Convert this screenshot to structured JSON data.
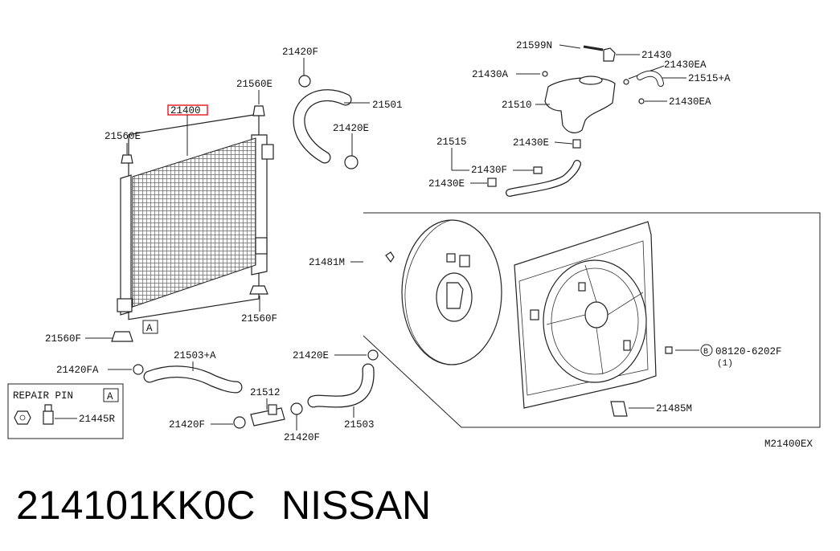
{
  "labels": {
    "p21400": "21400",
    "p21560E_a": "21560E",
    "p21560E_b": "21560E",
    "p21420F_top": "21420F",
    "p21501": "21501",
    "p21420E_top": "21420E",
    "p21560F_a": "21560F",
    "p21560F_b": "21560F",
    "p21503A": "21503+A",
    "p21420FA": "21420FA",
    "p21512": "21512",
    "p21420E_mid": "21420E",
    "p21503": "21503",
    "p21420F_low": "21420F",
    "p21420F_low2": "21420F",
    "p21445R": "21445R",
    "p21599N": "21599N",
    "p21430": "21430",
    "p21430A": "21430A",
    "p21430EA_a": "21430EA",
    "p21515A": "21515+A",
    "p21510": "21510",
    "p21430EA_b": "21430EA",
    "p21515": "21515",
    "p21430E_a": "21430E",
    "p21430F": "21430F",
    "p21430E_b": "21430E",
    "p21481M": "21481M",
    "p08120": "08120-6202F",
    "p08120_qty": "(1)",
    "p21485M": "21485M",
    "code": "M21400EX"
  },
  "repair_pin": {
    "title": "REPAIR PIN",
    "marker": "A"
  },
  "radiator_marker": "A",
  "bolt_marker": "B",
  "footer": {
    "part_number": "214101KK0C",
    "brand": "NISSAN"
  },
  "colors": {
    "highlight": "#e8242b",
    "line": "#222222"
  }
}
